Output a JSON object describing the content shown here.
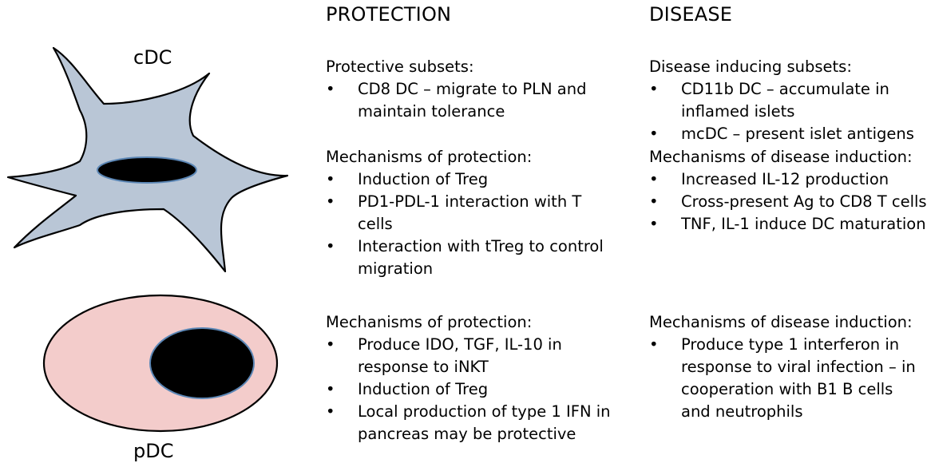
{
  "cells": {
    "cdc_label": "cDC",
    "pdc_label": "pDC"
  },
  "columns": {
    "protection": "PROTECTION",
    "disease": "DISEASE"
  },
  "cdc_protection": {
    "subsets_title": "Protective subsets:",
    "subsets": [
      "CD8 DC – migrate to PLN and maintain tolerance"
    ],
    "mechanisms_title": "Mechanisms of protection:",
    "mechanisms": [
      "Induction of Treg",
      "PD1-PDL-1 interaction with T cells",
      "Interaction with tTreg to control migration"
    ]
  },
  "cdc_disease": {
    "subsets_title": "Disease inducing subsets:",
    "subsets": [
      "CD11b DC – accumulate in inflamed islets",
      "mcDC – present islet antigens"
    ],
    "mechanisms_title": "Mechanisms of disease induction:",
    "mechanisms": [
      "Increased IL-12 production",
      "Cross-present Ag to CD8 T cells",
      "TNF, IL-1 induce DC maturation"
    ]
  },
  "pdc_protection": {
    "mechanisms_title": "Mechanisms of protection:",
    "mechanisms": [
      "Produce IDO, TGF, IL-10 in response to iNKT",
      "Induction of Treg",
      "Local production of type  1 IFN in pancreas may be protective"
    ]
  },
  "pdc_disease": {
    "mechanisms_title": "Mechanisms of disease induction:",
    "mechanisms": [
      "Produce type 1 interferon in response to viral infection – in cooperation with B1 B cells and neutrophils"
    ]
  },
  "colors": {
    "cdc_fill": "#b9c6d6",
    "pdc_fill": "#f3cccb",
    "nucleus": "#000000",
    "nucleus_rim": "#5b86b5"
  }
}
